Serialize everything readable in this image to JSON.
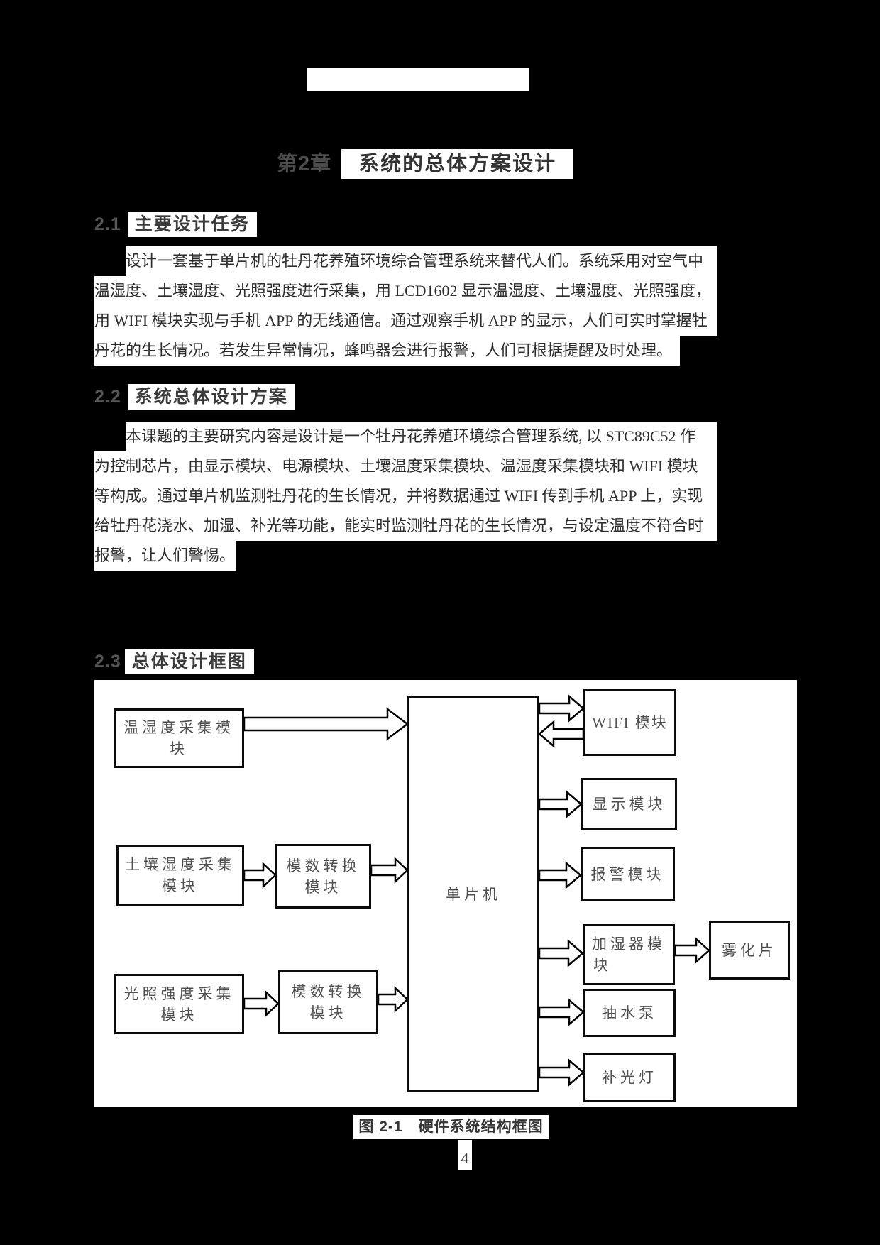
{
  "page": {
    "page_number": "4"
  },
  "chapter": {
    "number": "第2章",
    "title": "系统的总体方案设计"
  },
  "sections": [
    {
      "number": "2.1",
      "title": "主要设计任务",
      "lines": [
        "设计一套基于单片机的牡丹花养殖环境综合管理系统来替代人们。系统采用对空气中",
        "温湿度、土壤湿度、光照强度进行采集，用 LCD1602 显示温湿度、土壤湿度、光照强度，",
        "用 WIFI 模块实现与手机 APP 的无线通信。通过观察手机 APP 的显示，人们可实时掌握牡",
        "丹花的生长情况。若发生异常情况，蜂鸣器会进行报警，人们可根据提醒及时处理。"
      ]
    },
    {
      "number": "2.2",
      "title": "系统总体设计方案",
      "lines": [
        "本课题的主要研究内容是设计是一个牡丹花养殖环境综合管理系统, 以 STC89C52 作",
        "为控制芯片，由显示模块、电源模块、土壤温度采集模块、温湿度采集模块和 WIFI 模块",
        "等构成。通过单片机监测牡丹花的生长情况，并将数据通过 WIFI 传到手机 APP 上，实现",
        "给牡丹花浇水、加湿、补光等功能，能实时监测牡丹花的生长情况，与设定温度不符合时",
        "报警，让人们警惕。"
      ]
    },
    {
      "number": "2.3",
      "title": "总体设计框图"
    }
  ],
  "diagram": {
    "caption": "图 2-1　硬件系统结构框图",
    "nodes": {
      "temp_humidity": [
        "温湿度采集模",
        "块"
      ],
      "soil_moisture": [
        "土壤湿度采集",
        "模块"
      ],
      "light_intensity": [
        "光照强度采集",
        "模块"
      ],
      "adc_top": [
        "模数转换",
        "模块"
      ],
      "adc_bottom": [
        "模数转换",
        "模块"
      ],
      "mcu": [
        "单片机"
      ],
      "wifi": [
        "WIFI 模块"
      ],
      "display": [
        "显示模块"
      ],
      "alarm": [
        "报警模块"
      ],
      "humidifier": [
        "加湿器模",
        "块"
      ],
      "atomizer": [
        "雾化片"
      ],
      "water_pump": [
        "抽水泵"
      ],
      "fill_light": [
        "补光灯"
      ]
    }
  },
  "colors": {
    "page_background": "#000000",
    "highlight": "#ffffff",
    "body_text": "#2d2d2d",
    "muted_number": "#555555",
    "diagram_border": "#0a0a0a",
    "diagram_text": "#4f4f4f"
  }
}
